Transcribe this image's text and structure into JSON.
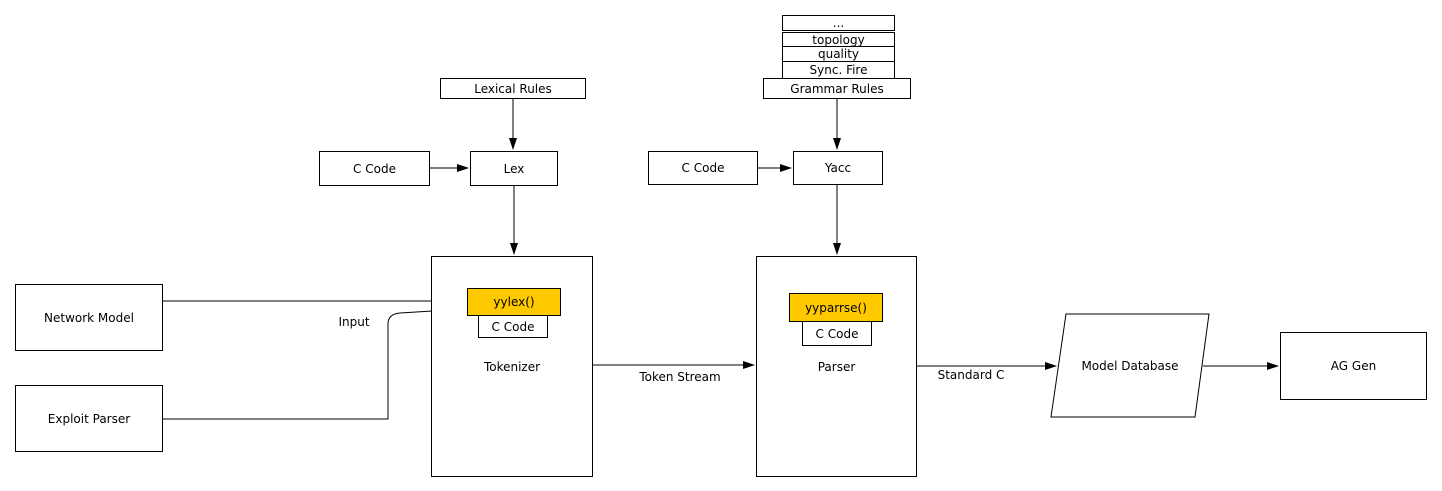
{
  "colors": {
    "highlight": "#FFC900",
    "line": "#000000",
    "background": "#FFFFFF"
  },
  "grammar_stack": {
    "rows": [
      "...",
      "topology",
      "quality",
      "Sync. Fire"
    ],
    "base": "Grammar Rules"
  },
  "nodes": {
    "lexical_rules": "Lexical Rules",
    "c_code_lex": "C Code",
    "lex": "Lex",
    "c_code_yacc": "C Code",
    "yacc": "Yacc",
    "network_model": "Network Model",
    "exploit_parser": "Exploit Parser",
    "tokenizer": "Tokenizer",
    "yylex": "yylex()",
    "c_code_tokenizer": "C Code",
    "parser": "Parser",
    "yyparse": "yyparrse()",
    "c_code_parser": "C Code",
    "model_database": "Model Database",
    "ag_gen": "AG Gen"
  },
  "edge_labels": {
    "input": "Input",
    "token_stream": "Token Stream",
    "standard_c": "Standard C"
  }
}
